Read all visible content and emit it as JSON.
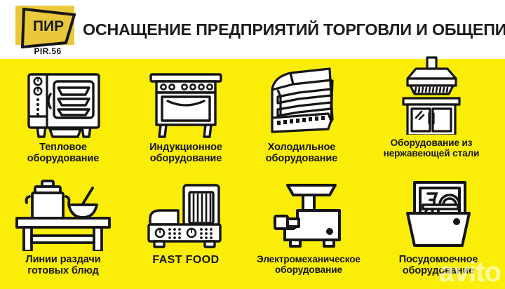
{
  "header": {
    "logo": {
      "word": "ПИР",
      "sub": "PIR.56",
      "badge_color": "#E9C93B",
      "outline_color": "#161616"
    },
    "headline": "ОСНАЩЕНИЕ ПРЕДПРИЯТИЙ ТОРГОВЛИ И ОБЩЕПИТА",
    "background": "#FFFFFF",
    "text_color": "#1B1B1B"
  },
  "theme": {
    "accent_yellow": "#FAEE08",
    "ink": "#151515",
    "fill_white": "#FFFFFF",
    "watermark_color": "rgba(255,255,255,0.62)"
  },
  "categories": [
    {
      "icon": "convection-oven-icon",
      "label": "Тепловое\nоборудование"
    },
    {
      "icon": "induction-range-icon",
      "label": "Индукционное\nоборудование"
    },
    {
      "icon": "refrigerated-display-icon",
      "label": "Холодильное\nоборудование"
    },
    {
      "icon": "extractor-hood-cabinet-icon",
      "label": "Оборудование из\nнержавеющей стали"
    },
    {
      "icon": "serving-line-table-icon",
      "label": "Линии раздачи\nготовых блюд"
    },
    {
      "icon": "contact-grill-icon",
      "label": "FAST FOOD"
    },
    {
      "icon": "meat-grinder-icon",
      "label": "Электромеханическое\nоборудование"
    },
    {
      "icon": "dishwasher-icon",
      "label": "Посудомоечное\nоборудование"
    }
  ],
  "watermark": {
    "text": "avito"
  }
}
